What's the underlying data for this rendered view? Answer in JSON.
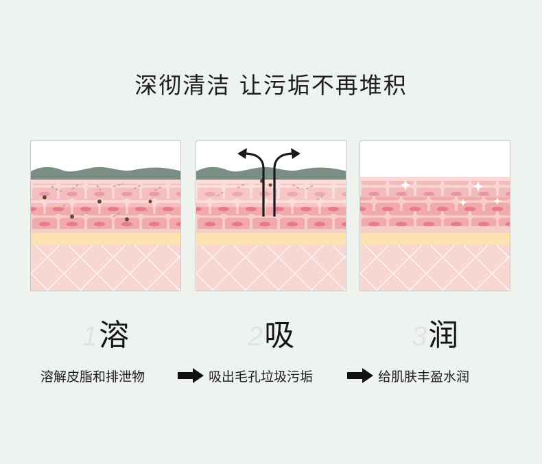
{
  "title": "深彻清洁 让污垢不再堆积",
  "steps": [
    {
      "number": "1",
      "word": "溶",
      "description": "溶解皮脂和排泄物"
    },
    {
      "number": "2",
      "word": "吸",
      "description": "吸出毛孔垃圾污垢"
    },
    {
      "number": "3",
      "word": "润",
      "description": "给肌肤丰盈水润"
    }
  ],
  "colors": {
    "background": "#eff3f0",
    "dirt_layer": "#7c8f84",
    "skin": "#f5c3c0",
    "cell": "#f1a9a9",
    "nucleus": "#e57c8c",
    "fat_layer": "#fde3b0",
    "dermis": "#f8d8d4"
  }
}
